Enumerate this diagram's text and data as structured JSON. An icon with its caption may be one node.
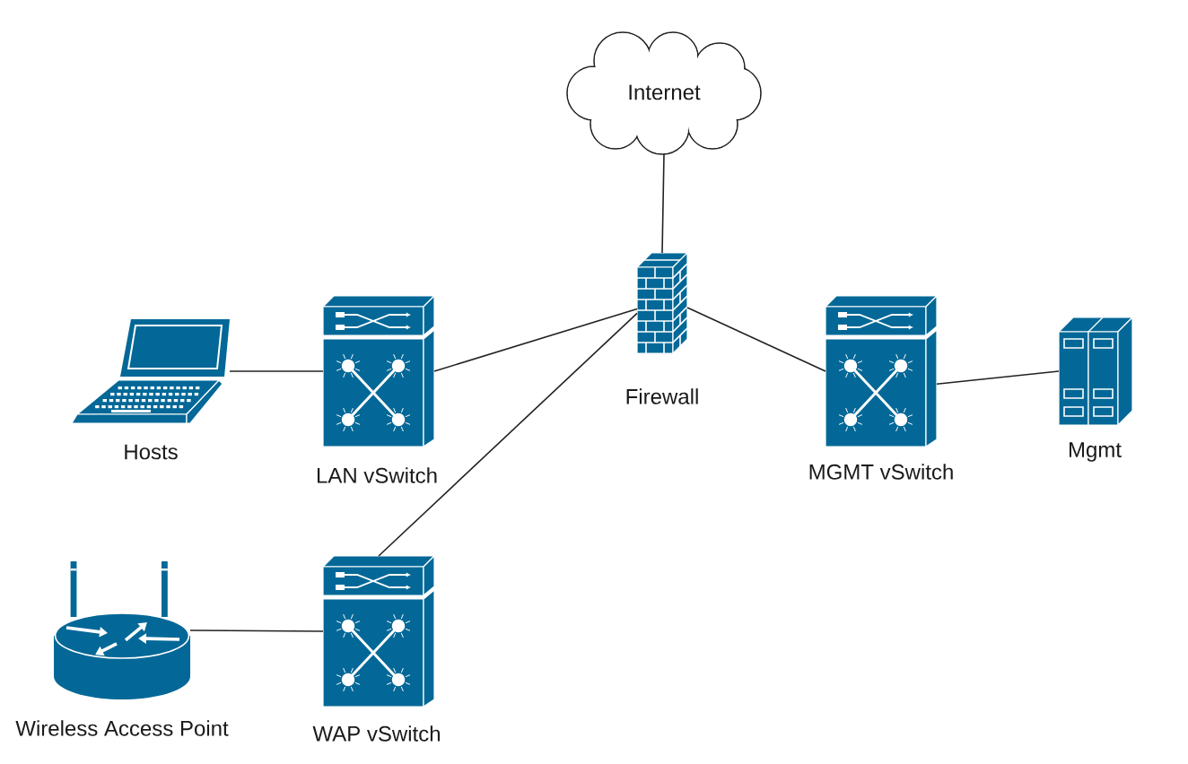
{
  "diagram": {
    "nodes": [
      {
        "text": [
          "Internet"
        ]
      },
      {
        "text": [
          "Firewall"
        ]
      },
      {
        "text": [
          "Hosts"
        ]
      },
      {
        "text": [
          "LAN vSwitch"
        ]
      },
      {
        "text": [
          "MGMT vSwitch"
        ]
      },
      {
        "text": [
          "Mgmt"
        ]
      },
      {
        "text": [
          "Wireless Access Point"
        ]
      },
      {
        "text": [
          "WAP vSwitch"
        ]
      }
    ],
    "edges": [
      {
        "from": 0,
        "to": 1,
        "arrow": "none"
      },
      {
        "from": 2,
        "to": 3,
        "arrow": "none"
      },
      {
        "from": 3,
        "to": 1,
        "arrow": "none"
      },
      {
        "from": 1,
        "to": 4,
        "arrow": "none"
      },
      {
        "from": 4,
        "to": 5,
        "arrow": "none"
      },
      {
        "from": 6,
        "to": 7,
        "arrow": "none"
      },
      {
        "from": 7,
        "to": 1,
        "arrow": "none"
      }
    ]
  }
}
